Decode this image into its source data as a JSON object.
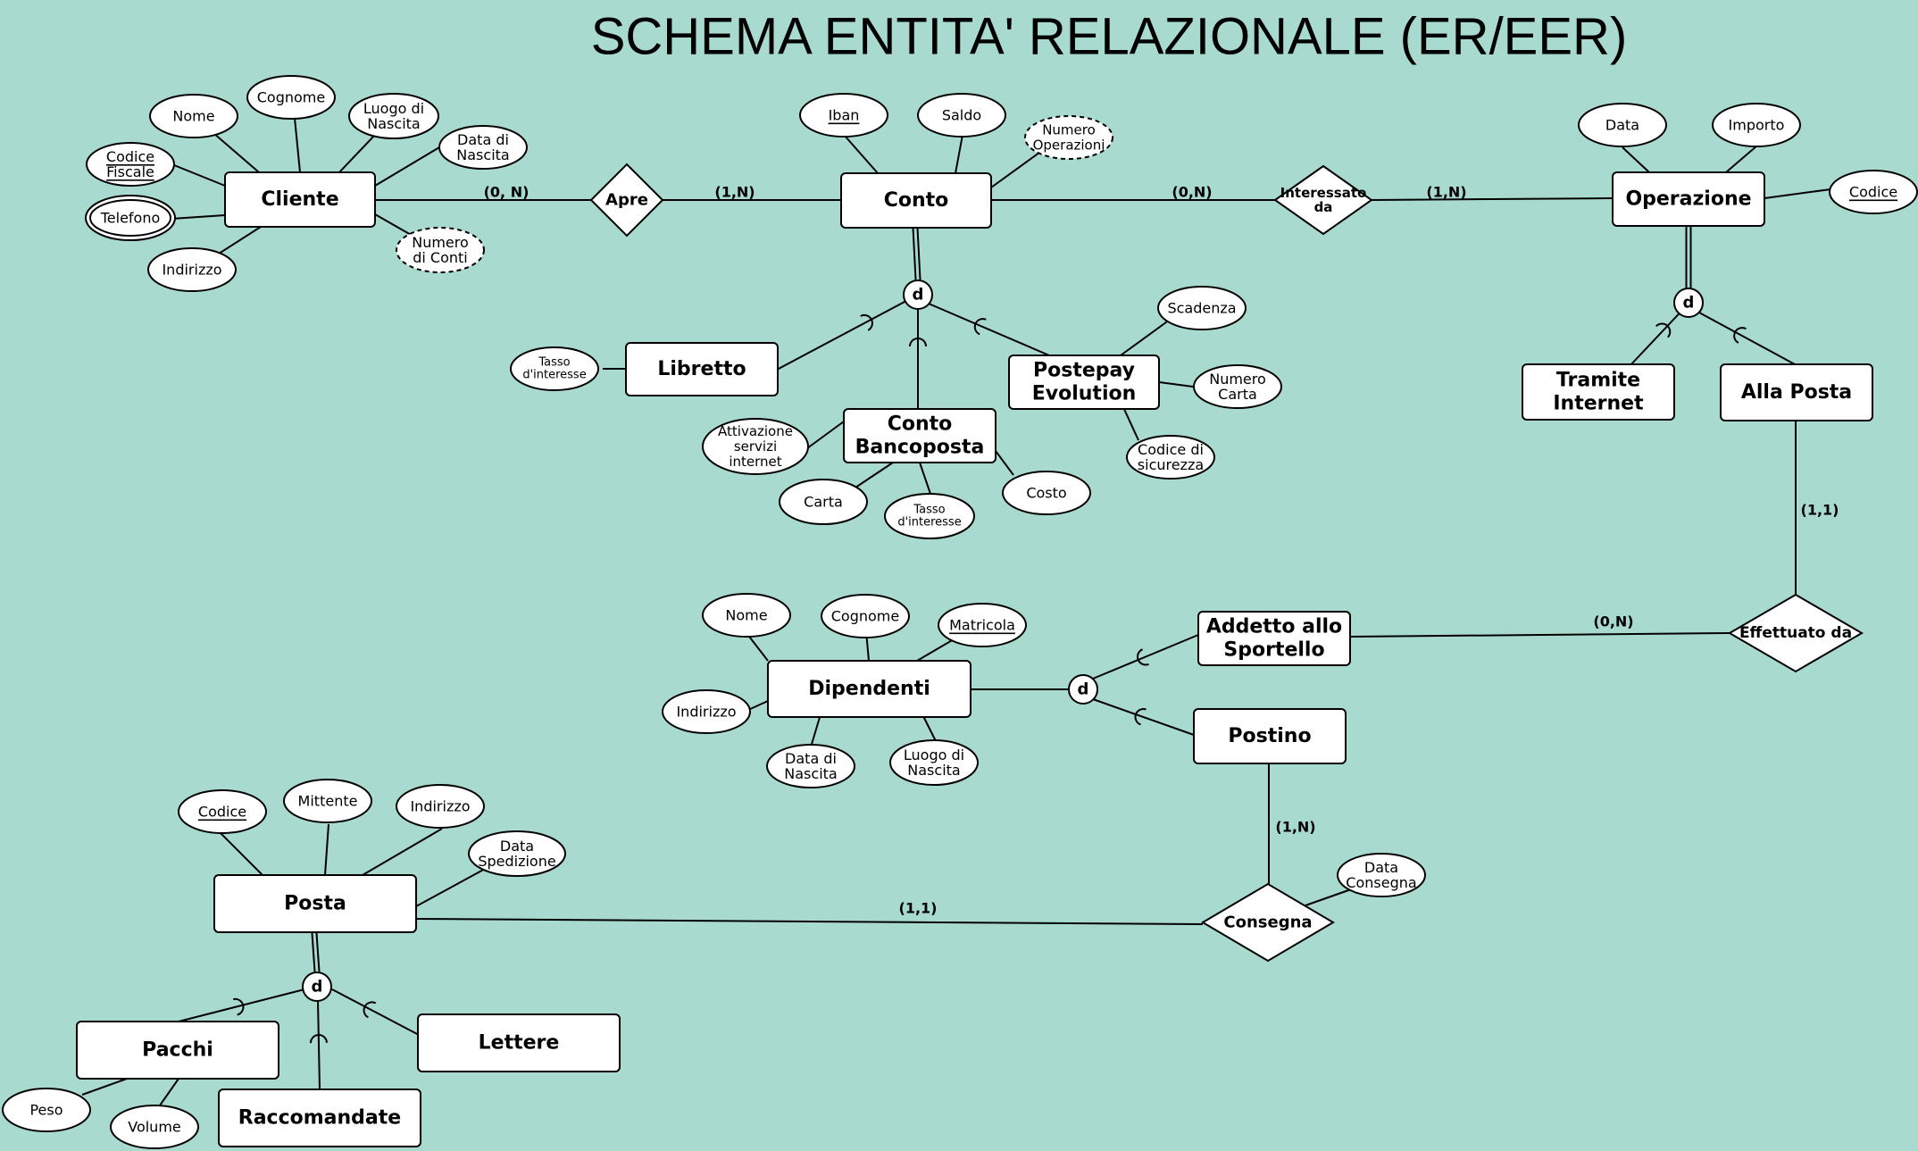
{
  "title": "SCHEMA ENTITA' RELAZIONALE (ER/EER)",
  "colors": {
    "background": "#a8dad0",
    "shape_fill": "#ffffff",
    "stroke": "#000000"
  },
  "entities": {
    "cliente": "Cliente",
    "conto": "Conto",
    "operazione": "Operazione",
    "libretto": "Libretto",
    "conto_bancoposta": [
      "Conto",
      "Bancoposta"
    ],
    "postepay": [
      "Postepay",
      "Evolution"
    ],
    "tramite_internet": [
      "Tramite",
      "Internet"
    ],
    "alla_posta": "Alla Posta",
    "dipendenti": "Dipendenti",
    "addetto_sportello": [
      "Addetto allo",
      "Sportello"
    ],
    "postino": "Postino",
    "posta": "Posta",
    "pacchi": "Pacchi",
    "lettere": "Lettere",
    "raccomandate": "Raccomandate"
  },
  "relationships": {
    "apre": "Apre",
    "interessato_da": [
      "Interessato",
      "da"
    ],
    "effettuato_da": "Effettuato da",
    "consegna": "Consegna"
  },
  "attributes": {
    "cliente_nome": "Nome",
    "cliente_cognome": "Cognome",
    "cliente_luogo_nascita": [
      "Luogo di",
      "Nascita"
    ],
    "cliente_data_nascita": [
      "Data di",
      "Nascita"
    ],
    "cliente_codice_fiscale": [
      "Codice",
      "Fiscale"
    ],
    "cliente_telefono": "Telefono",
    "cliente_indirizzo": "Indirizzo",
    "cliente_numero_conti": [
      "Numero",
      "di Conti"
    ],
    "conto_iban": "Iban",
    "conto_saldo": "Saldo",
    "conto_numero_operazioni": [
      "Numero",
      "Operazioni"
    ],
    "operazione_data": "Data",
    "operazione_importo": "Importo",
    "operazione_codice": "Codice",
    "libretto_tasso": [
      "Tasso",
      "d'interesse"
    ],
    "postepay_scadenza": "Scadenza",
    "postepay_numero_carta": [
      "Numero",
      "Carta"
    ],
    "postepay_codice_sicurezza": [
      "Codice di",
      "sicurezza"
    ],
    "bancoposta_attivazione": [
      "Attivazione",
      "servizi",
      "internet"
    ],
    "bancoposta_carta": "Carta",
    "bancoposta_tasso": [
      "Tasso",
      "d'interesse"
    ],
    "bancoposta_costo": "Costo",
    "dipendenti_nome": "Nome",
    "dipendenti_cognome": "Cognome",
    "dipendenti_matricola": "Matricola",
    "dipendenti_indirizzo": "Indirizzo",
    "dipendenti_data_nascita": [
      "Data di",
      "Nascita"
    ],
    "dipendenti_luogo_nascita": [
      "Luogo di",
      "Nascita"
    ],
    "posta_codice": "Codice",
    "posta_mittente": "Mittente",
    "posta_indirizzo": "Indirizzo",
    "posta_data_spedizione": [
      "Data",
      "Spedizione"
    ],
    "consegna_data_consegna": [
      "Data",
      "Consegna"
    ],
    "pacchi_peso": "Peso",
    "pacchi_volume": "Volume"
  },
  "cardinalities": {
    "cliente_apre": "(0, N)",
    "apre_conto": "(1,N)",
    "conto_interessato": "(0,N)",
    "interessato_operazione": "(1,N)",
    "allaposta_effettuato": "(1,1)",
    "addetto_effettuato": "(0,N)",
    "postino_consegna": "(1,N)",
    "posta_consegna": "(1,1)"
  },
  "disjoint_marker": "d"
}
